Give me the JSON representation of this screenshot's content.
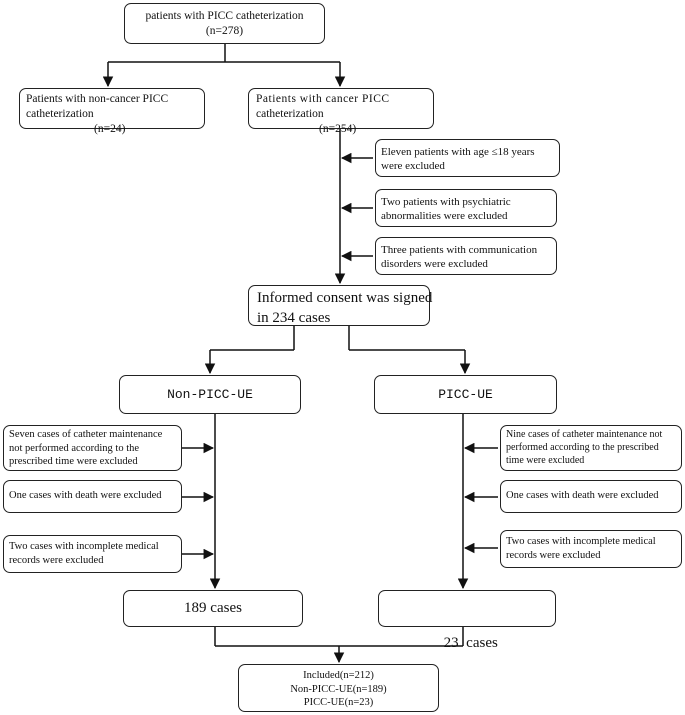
{
  "nodes": {
    "root": {
      "lines": [
        "patients with PICC catheterization",
        "(n=278)"
      ]
    },
    "non_cancer": {
      "lines": [
        "Patients with non-cancer PICC",
        "catheterization",
        "(n=24)"
      ]
    },
    "cancer": {
      "lines": [
        "Patients with cancer PICC",
        "catheterization",
        "(n=254)"
      ]
    },
    "excl_age": {
      "lines": [
        "Eleven patients with age ≤18 years",
        "were excluded"
      ]
    },
    "excl_psych": {
      "lines": [
        "Two patients with psychiatric",
        "abnormalities were excluded"
      ]
    },
    "excl_comm": {
      "lines": [
        "Three patients with communication",
        "disorders were excluded"
      ]
    },
    "consent": {
      "lines": [
        "Informed consent was signed",
        "in 234 cases"
      ]
    },
    "non_picc_ue": {
      "label": "Non-PICC-UE"
    },
    "picc_ue": {
      "label": "PICC-UE"
    },
    "l_excl_maint": {
      "lines": [
        "Seven cases of catheter maintenance",
        "not performed according to the",
        "prescribed time were excluded"
      ]
    },
    "l_excl_death": {
      "lines": [
        "One cases with death were excluded"
      ]
    },
    "l_excl_records": {
      "lines": [
        "Two cases with incomplete medical",
        "records were excluded"
      ]
    },
    "r_excl_maint": {
      "lines": [
        "Nine cases of catheter maintenance not",
        "performed according to the prescribed",
        "time were excluded"
      ]
    },
    "r_excl_death": {
      "lines": [
        "One cases with death were excluded"
      ]
    },
    "r_excl_records": {
      "lines": [
        "Two cases with incomplete medical",
        "records were excluded"
      ]
    },
    "left_count": {
      "label": "189 cases"
    },
    "right_count": {
      "label": "23  cases"
    },
    "included": {
      "lines": [
        "Included(n=212)",
        "Non-PICC-UE(n=189)",
        "PICC-UE(n=23)"
      ]
    }
  }
}
